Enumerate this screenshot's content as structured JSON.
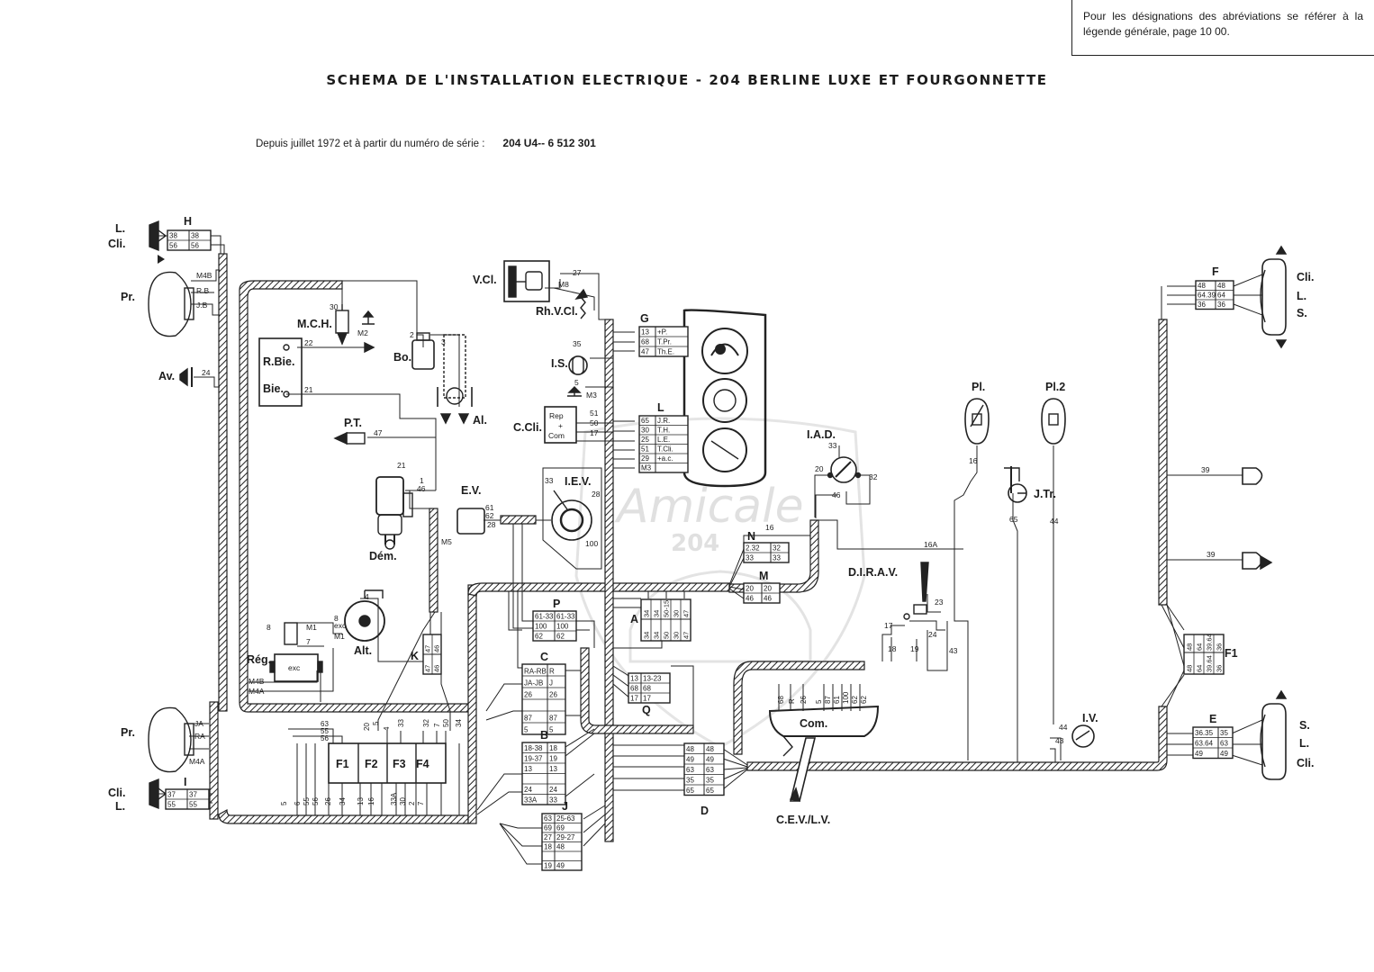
{
  "note": "Pour les désignations des abréviations se référer à la légende générale, page 10 00.",
  "title": "SCHEMA DE L'INSTALLATION ELECTRIQUE - 204 BERLINE LUXE ET FOURGONNETTE",
  "subtitle": {
    "text": "Depuis juillet 1972 et à partir du numéro de série :",
    "serial": "204 U4-- 6 512 301"
  },
  "watermark": {
    "line1": "Amicale",
    "line2": "204"
  },
  "components": {
    "l_left": "L.",
    "cli_left": "Cli.",
    "pr_top": "Pr.",
    "av": "Av.",
    "mch": "M.C.H.",
    "rbie": "R.Bie.",
    "bie": "Bie.",
    "bo": "Bo.",
    "al": "Al.",
    "pt": "P.T.",
    "dem": "Dém.",
    "alt": "Alt.",
    "reg": "Rég.",
    "exc": "exc",
    "pr_bottom": "Pr.",
    "cli_bl": "Cli.",
    "l_bl": "L.",
    "vcl": "V.Cl.",
    "rhvcl": "Rh.V.Cl.",
    "is": "I.S.",
    "ccli": "C.Cli.",
    "ev": "E.V.",
    "iev": "I.E.V.",
    "iad": "I.A.D.",
    "pl": "Pl.",
    "pl2": "Pl.2",
    "jtr": "J.Tr.",
    "dirav": "D.I.R.A.V.",
    "com": "Com.",
    "cevlv": "C.E.V./L.V.",
    "iv": "I.V.",
    "cli_r1": "Cli.",
    "l_r1": "L.",
    "s_r1": "S.",
    "s_r2": "S.",
    "l_r2": "L.",
    "cli_r2": "Cli.",
    "f1": "F1",
    "f2": "F2",
    "f3": "F3",
    "f4": "F4",
    "ccli_rep": "Rep",
    "ccli_plus": "+",
    "ccli_com": "Com"
  },
  "connectors": {
    "H": {
      "label": "H",
      "rows": [
        [
          "38",
          "38"
        ],
        [
          "56",
          "56"
        ]
      ]
    },
    "I": {
      "label": "I",
      "rows": [
        [
          "37",
          "37"
        ],
        [
          "55",
          "55"
        ]
      ]
    },
    "G": {
      "label": "G",
      "rows": [
        [
          "13",
          "+P."
        ],
        [
          "68",
          "T.Pr."
        ],
        [
          "47",
          "Th.E."
        ]
      ]
    },
    "L": {
      "label": "L",
      "rows": [
        [
          "65",
          "J.R."
        ],
        [
          "30",
          "T.H."
        ],
        [
          "25",
          "L.E."
        ],
        [
          "51",
          "T.Cli."
        ],
        [
          "29",
          "+a.c."
        ],
        [
          "M3",
          ""
        ]
      ]
    },
    "N": {
      "label": "N",
      "rows": [
        [
          "2.32",
          "32"
        ],
        [
          "33",
          "33"
        ]
      ]
    },
    "M": {
      "label": "M",
      "rows": [
        [
          "20",
          "20"
        ],
        [
          "46",
          "46"
        ]
      ]
    },
    "P": {
      "label": "P",
      "rows": [
        [
          "61-33",
          "61-33"
        ],
        [
          "100",
          "100"
        ],
        [
          "62",
          "62"
        ]
      ]
    },
    "K": {
      "label": "K",
      "cols": [
        [
          "47",
          "47"
        ],
        [
          "46",
          "46"
        ]
      ]
    },
    "A": {
      "label": "A",
      "cols": [
        [
          "34",
          "34"
        ],
        [
          "34",
          "34"
        ],
        [
          "50-15",
          "50"
        ],
        [
          "30",
          "30"
        ],
        [
          "47",
          "47"
        ]
      ]
    },
    "C": {
      "label": "C",
      "rows": [
        [
          "RA-RB",
          "R"
        ],
        [
          "JA-JB",
          "J"
        ],
        [
          "26",
          "26"
        ],
        [
          "",
          ""
        ],
        [
          "87",
          "87"
        ],
        [
          "5",
          "5"
        ]
      ]
    },
    "Q": {
      "label": "Q",
      "rows": [
        [
          "13",
          "13-23"
        ],
        [
          "68",
          "68"
        ],
        [
          "17",
          "17"
        ]
      ]
    },
    "B": {
      "label": "B",
      "rows": [
        [
          "18-38",
          "18"
        ],
        [
          "19-37",
          "19"
        ],
        [
          "13",
          "13"
        ],
        [
          "",
          ""
        ],
        [
          "24",
          "24"
        ],
        [
          "33A",
          "33"
        ]
      ]
    },
    "J": {
      "label": "J",
      "rows": [
        [
          "63",
          "25-63"
        ],
        [
          "69",
          "69"
        ],
        [
          "27",
          "29-27"
        ],
        [
          "18",
          "48"
        ],
        [
          "",
          ""
        ],
        [
          "19",
          "49"
        ]
      ]
    },
    "D": {
      "label": "D",
      "rows": [
        [
          "48",
          "48"
        ],
        [
          "49",
          "49"
        ],
        [
          "63",
          "63"
        ],
        [
          "35",
          "35"
        ],
        [
          "65",
          "65"
        ]
      ]
    },
    "F": {
      "label": "F",
      "rows": [
        [
          "48",
          "48"
        ],
        [
          "64.39",
          "64"
        ],
        [
          "36",
          "36"
        ]
      ]
    },
    "E": {
      "label": "E",
      "rows": [
        [
          "36.35",
          "35"
        ],
        [
          "63.64",
          "63"
        ],
        [
          "49",
          "49"
        ]
      ]
    },
    "F1": {
      "label": "F1",
      "cols": [
        [
          "48",
          "48"
        ],
        [
          "64",
          "64"
        ],
        [
          "39.64",
          "39.64"
        ],
        [
          "36",
          "36"
        ]
      ]
    }
  },
  "wires": {
    "w30": "30",
    "wm2": "M2",
    "w22": "22",
    "w21": "21",
    "w2": "2",
    "w3": "3",
    "w24": "24",
    "w47": "47",
    "w21b": "21",
    "w1": "1",
    "w46": "46",
    "wm5": "M5",
    "w4": "4",
    "w8": "8",
    "wexc": "exc",
    "wm1": "M1",
    "wm1b": "M1",
    "w8b": "8",
    "w7": "7",
    "wm4b": "M4B",
    "wrb": "R.B",
    "wjb": "J.B",
    "wm4b2": "M4B",
    "wm4a": "M4A",
    "wja": "JA",
    "wra": "RA",
    "wm4a2": "M4A",
    "w27": "27",
    "wm8": "M8",
    "w35": "35",
    "w5": "5",
    "wm3": "M3",
    "w51": "51",
    "w50": "50",
    "w17": "17",
    "w61": "61",
    "w62": "62",
    "w28": "28",
    "w33": "33",
    "w28b": "28",
    "w100": "100",
    "w16": "16",
    "w16a": "16A",
    "w16v": "16",
    "w33b": "33",
    "w20": "20",
    "w46b": "46",
    "w32": "32",
    "w65": "65",
    "w44": "44",
    "w23": "23",
    "w17b": "17",
    "w18": "18",
    "w19": "19",
    "w24b": "24",
    "w43": "43",
    "w39a": "39",
    "w39b": "39",
    "w44b": "44",
    "w43b": "43",
    "fuse_top": [
      "63",
      "55",
      "56",
      "20",
      "5",
      "4",
      "33",
      "32",
      "7",
      "50",
      "34"
    ],
    "fuse_bottom": [
      "5",
      "6",
      "55",
      "56",
      "26",
      "34",
      "13",
      "16",
      "33A",
      "30",
      "2",
      "7"
    ],
    "com_top": [
      "68",
      "R",
      "26",
      "5",
      "87",
      "61",
      "100",
      "62",
      "62"
    ]
  }
}
